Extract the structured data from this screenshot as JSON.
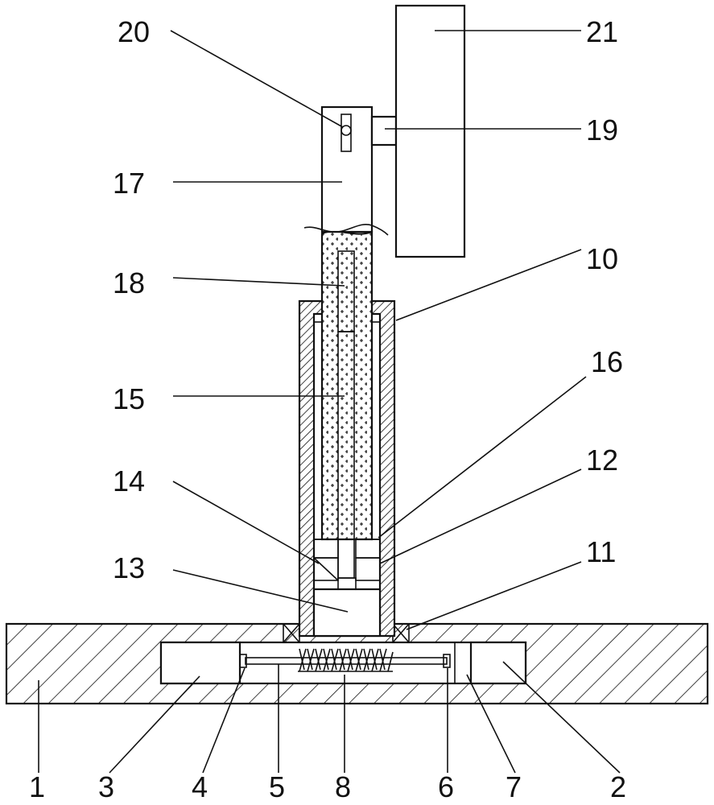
{
  "figure": {
    "labels": {
      "l20": "20",
      "l21": "21",
      "l19": "19",
      "l17": "17",
      "l18": "18",
      "l10": "10",
      "l15": "15",
      "l16": "16",
      "l12": "12",
      "l14": "14",
      "l11": "11",
      "l13": "13",
      "l1": "1",
      "l3": "3",
      "l4": "4",
      "l5": "5",
      "l8": "8",
      "l6": "6",
      "l7": "7",
      "l2": "2"
    },
    "colors": {
      "line": "#111111",
      "background": "#ffffff"
    }
  }
}
